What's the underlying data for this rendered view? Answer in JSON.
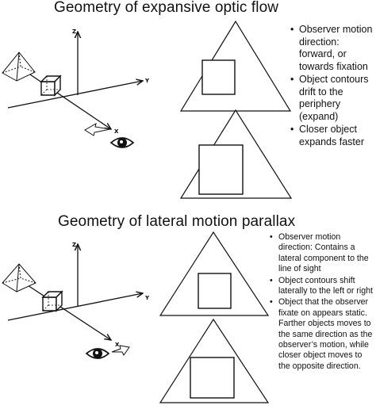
{
  "top": {
    "title": "Geometry of expansive optic flow",
    "axes": {
      "z": "Z",
      "y": "Y",
      "x": "X"
    },
    "bullets": [
      "Observer motion direction: forward, or towards fixation",
      "Object contours drift to the periphery (expand)",
      "Closer object expands faster"
    ]
  },
  "bottom": {
    "title": "Geometry of lateral motion parallax",
    "axes": {
      "z": "Z",
      "y": "Y",
      "x": "X"
    },
    "bullets": [
      "Observer motion direction: Contains a lateral component to the line of sight",
      "Object contours shift laterally to the left or right",
      "Object that the observer fixate on appears static. Farther objects moves to the same direction as the observer’s motion, while closer object moves to the opposite direction."
    ]
  },
  "colors": {
    "ink": "#111111",
    "background": "#ffffff"
  },
  "icons": [
    "pyramid-icon",
    "cube-icon",
    "eye-icon",
    "motion-arrow-icon"
  ]
}
